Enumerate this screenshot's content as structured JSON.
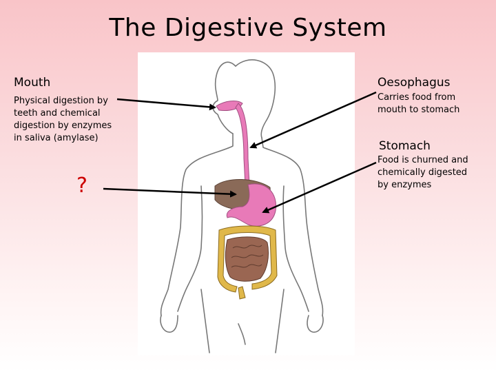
{
  "title": "The Digestive System",
  "labels": {
    "mouth": {
      "heading": "Mouth",
      "lines": [
        "Physical digestion by",
        "teeth and chemical",
        "digestion by enzymes",
        "in saliva (amylase)"
      ]
    },
    "oesophagus": {
      "heading": "Oesophagus",
      "lines": [
        "Carries food from",
        "mouth to stomach"
      ]
    },
    "stomach": {
      "heading": "Stomach",
      "lines": [
        "Food is churned and",
        "chemically digested",
        "by enzymes"
      ]
    },
    "unknown_organ": {
      "heading": "?"
    }
  },
  "colors": {
    "background_top": "#f9c4c8",
    "oesophagus_stomach": "#e87ab8",
    "liver": "#8a6a58",
    "large_intestine": "#e0b84a",
    "small_intestine": "#9a6652",
    "question_mark": "#cc0000"
  }
}
